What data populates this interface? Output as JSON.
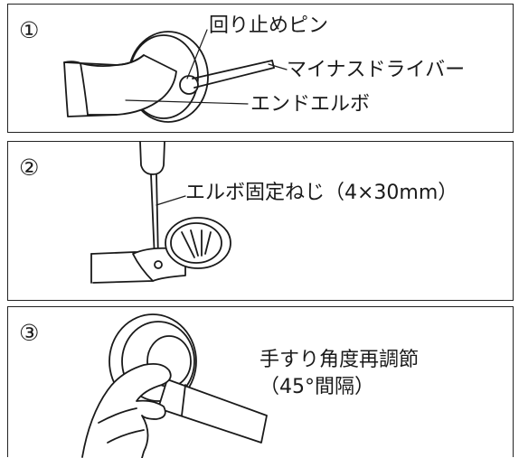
{
  "steps": [
    {
      "number": "①",
      "labels": {
        "pin": "回り止めピン",
        "driver": "マイナスドライバー",
        "elbow": "エンドエルボ"
      }
    },
    {
      "number": "②",
      "labels": {
        "screw": "エルボ固定ねじ（4×30mm）"
      }
    },
    {
      "number": "③",
      "labels": {
        "line1": "手すり角度再調節",
        "line2": "（45°間隔）"
      }
    }
  ]
}
